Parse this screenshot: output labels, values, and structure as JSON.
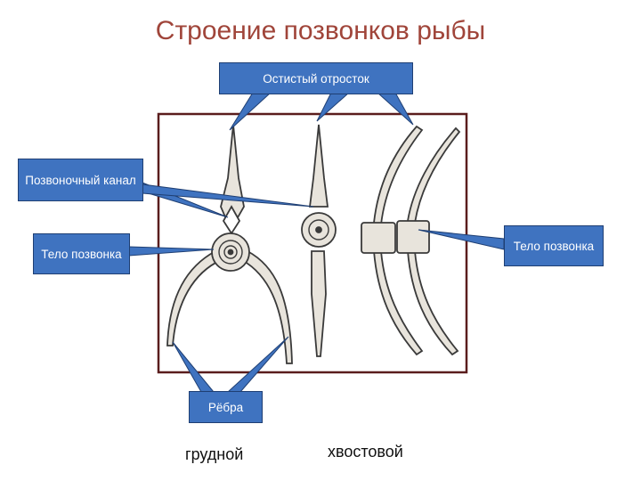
{
  "title": "Строение позвонков рыбы",
  "labels": {
    "spinous_process": "Остистый отросток",
    "neural_canal": "Позвоночный канал",
    "body_left": "Тело позвонка",
    "body_right": "Тело позвонка",
    "ribs": "Рёбра"
  },
  "captions": {
    "thoracic": "грудной",
    "caudal": "хвостовой"
  },
  "colors": {
    "title": "#a0453a",
    "callout_fill": "#3f73c0",
    "callout_border": "#1f3f73",
    "frame": "#5a1d1d",
    "bone": "#e8e4dc",
    "bone_outline": "#3a3a3a"
  }
}
